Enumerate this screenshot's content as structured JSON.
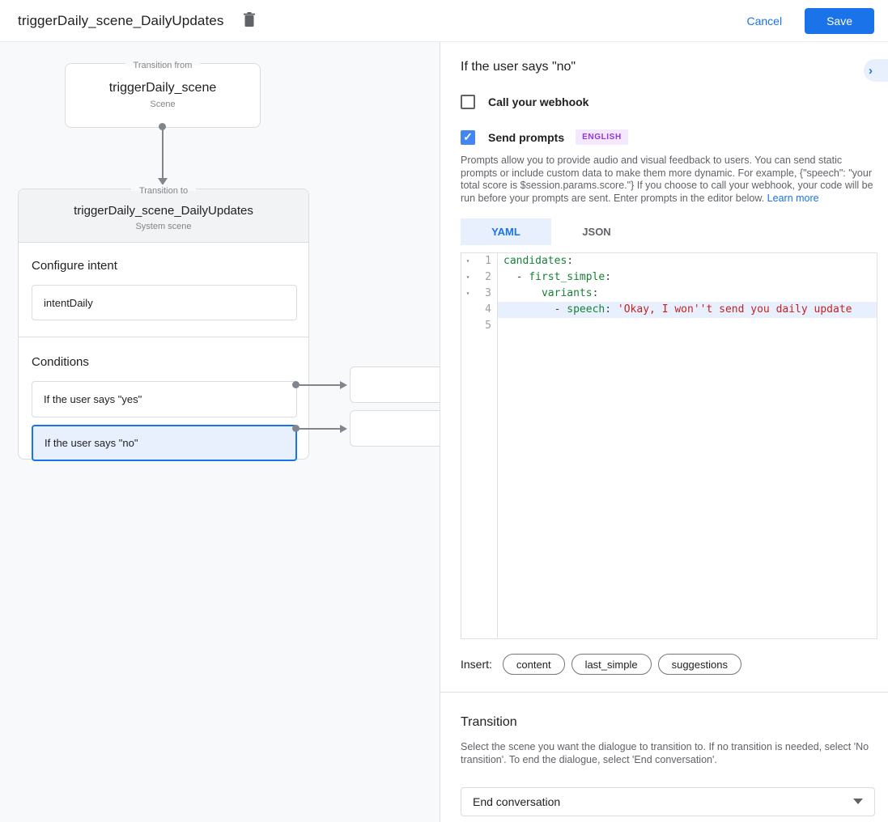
{
  "header": {
    "title": "triggerDaily_scene_DailyUpdates",
    "cancel_label": "Cancel",
    "save_label": "Save"
  },
  "diagram": {
    "from_box": {
      "legend": "Transition from",
      "title": "triggerDaily_scene",
      "subtitle": "Scene"
    },
    "to_box": {
      "legend": "Transition to",
      "title": "triggerDaily_scene_DailyUpdates",
      "subtitle": "System scene",
      "configure_intent_label": "Configure intent",
      "intent_value": "intentDaily",
      "conditions_label": "Conditions",
      "conditions": [
        {
          "label": "If the user says \"yes\"",
          "selected": false
        },
        {
          "label": "If the user says \"no\"",
          "selected": true
        }
      ]
    }
  },
  "panel": {
    "title": "If the user says \"no\"",
    "webhook_checkbox_label": "Call your webhook",
    "prompts_checkbox_label": "Send prompts",
    "language_badge": "ENGLISH",
    "description": "Prompts allow you to provide audio and visual feedback to users. You can send static prompts or include custom data to make them more dynamic. For example, {\"speech\": \"your total score is $session.params.score.\"} If you choose to call your webhook, your code will be run before your prompts are sent. Enter prompts in the editor below. ",
    "learn_more_label": "Learn more",
    "tabs": [
      {
        "label": "YAML",
        "active": true
      },
      {
        "label": "JSON",
        "active": false
      }
    ],
    "editor": {
      "lines": [
        {
          "num": 1,
          "fold": true,
          "highlight": false,
          "segments": [
            {
              "type": "key",
              "text": "candidates"
            },
            {
              "type": "plain",
              "text": ":"
            }
          ]
        },
        {
          "num": 2,
          "fold": true,
          "highlight": false,
          "segments": [
            {
              "type": "plain",
              "text": "  - "
            },
            {
              "type": "key",
              "text": "first_simple"
            },
            {
              "type": "plain",
              "text": ":"
            }
          ]
        },
        {
          "num": 3,
          "fold": true,
          "highlight": false,
          "segments": [
            {
              "type": "plain",
              "text": "      "
            },
            {
              "type": "key",
              "text": "variants"
            },
            {
              "type": "plain",
              "text": ":"
            }
          ]
        },
        {
          "num": 4,
          "fold": false,
          "highlight": true,
          "segments": [
            {
              "type": "plain",
              "text": "        - "
            },
            {
              "type": "key",
              "text": "speech"
            },
            {
              "type": "plain",
              "text": ": "
            },
            {
              "type": "string",
              "text": "'Okay, I won''t send you daily update"
            }
          ]
        },
        {
          "num": 5,
          "fold": false,
          "highlight": false,
          "segments": []
        }
      ]
    },
    "insert_label": "Insert:",
    "insert_chips": [
      "content",
      "last_simple",
      "suggestions"
    ],
    "transition": {
      "heading": "Transition",
      "description": "Select the scene you want the dialogue to transition to. If no transition is needed, select 'No transition'. To end the dialogue, select 'End conversation'.",
      "select_value": "End conversation"
    }
  }
}
